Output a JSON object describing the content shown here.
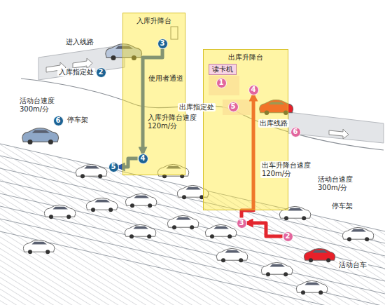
{
  "diagram": {
    "nodes": [
      {
        "text": [
          "入库升降台"
        ]
      },
      {
        "text": [
          "3"
        ],
        "in": 0
      },
      {
        "text": [
          "4"
        ],
        "in": 0
      },
      {
        "text": [
          "2"
        ]
      },
      {
        "text": [
          "5"
        ]
      },
      {
        "text": [
          "6"
        ]
      },
      {
        "text": [
          "出库升降台"
        ]
      },
      {
        "text": [
          "读卡机"
        ],
        "in": 6
      },
      {
        "text": [
          "1"
        ],
        "in": 6
      },
      {
        "text": [
          "4"
        ],
        "in": 6
      },
      {
        "text": [
          "5"
        ],
        "in": 6
      },
      {
        "text": [
          "6"
        ]
      },
      {
        "text": [
          "3"
        ]
      },
      {
        "text": [
          "2"
        ]
      }
    ],
    "edges": [
      {
        "from": 1,
        "to": 2,
        "arrow": "to"
      },
      {
        "from": 2,
        "to": 4,
        "arrow": "to"
      },
      {
        "from": 13,
        "to": 12,
        "arrow": "to"
      },
      {
        "from": 12,
        "to": 9,
        "arrow": "to"
      }
    ],
    "labels": [
      "进入线路",
      "入库指定处",
      "使用者通道",
      "入库升降台速度 120m/分",
      "活动台速度 300m/分",
      "停车架",
      "出库指定处",
      "出库线路",
      "出车升降台速度 120m/分",
      "活动台速度 300m/分",
      "停车架",
      "活动台车"
    ]
  }
}
